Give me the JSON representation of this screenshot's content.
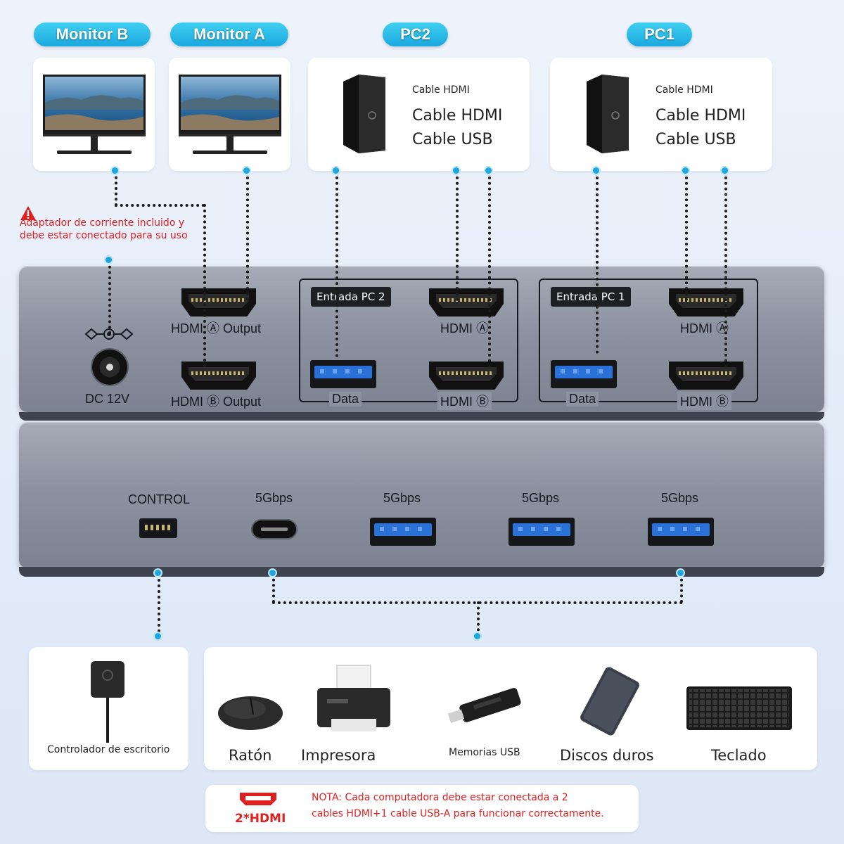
{
  "labels": {
    "monitor_b": "Monitor B",
    "monitor_a": "Monitor A",
    "pc2": "PC2",
    "pc1": "PC1"
  },
  "pc2_card": {
    "line1": "Cable HDMI",
    "line2": "Cable HDMI",
    "line3": "Cable USB"
  },
  "pc1_card": {
    "line1": "Cable HDMI",
    "line2": "Cable HDMI",
    "line3": "Cable USB"
  },
  "warning": {
    "line1": "Adaptador de corriente incluido y",
    "line2": "debe estar conectado para su uso"
  },
  "top_unit": {
    "dc_label": "DC 12V",
    "hdmi_a_output": "HDMI Ⓐ Output",
    "hdmi_b_output": "HDMI Ⓑ Output",
    "pc2_tag": "Entrada PC 2",
    "pc1_tag": "Entrada PC 1",
    "data": "Data",
    "hdmi_a": "HDMI Ⓐ",
    "hdmi_b": "HDMI Ⓑ"
  },
  "bottom_unit": {
    "control": "CONTROL",
    "speed": "5Gbps"
  },
  "peripherals": {
    "controller": "Controlador de escritorio",
    "mouse": "Ratón",
    "printer": "Impresora",
    "usb": "Memorias USB",
    "hdd": "Discos duros",
    "keyboard": "Teclado"
  },
  "note": {
    "hdmi_label": "2*HDMI",
    "line1": "NOTA: Cada computadora debe estar conectada a 2",
    "line2": "cables HDMI+1 cable USB-A para funcionar correctamente."
  },
  "colors": {
    "accent": "#1ea7df",
    "warning": "#e02020",
    "device": "#8d92a0"
  }
}
